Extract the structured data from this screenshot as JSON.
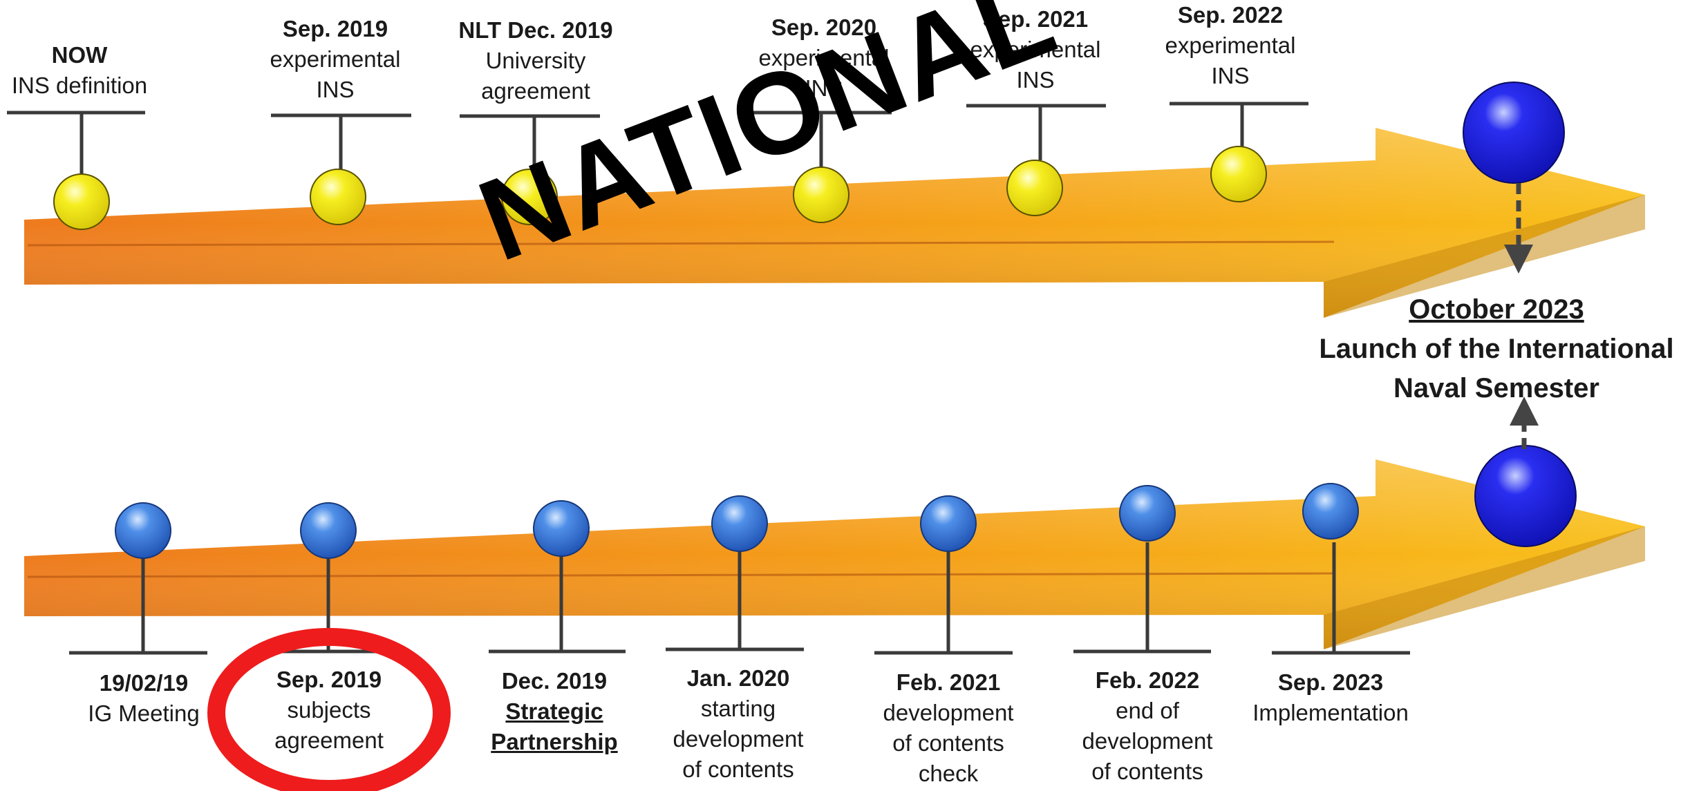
{
  "watermark": "NATIONAL",
  "launch": {
    "date": "October 2023",
    "line1": "Launch of the International",
    "line2": "Naval Semester"
  },
  "national_timeline": [
    {
      "date": "NOW",
      "line1": "INS definition",
      "line2": ""
    },
    {
      "date": "Sep. 2019",
      "line1": "experimental",
      "line2": "INS"
    },
    {
      "date": "NLT Dec. 2019",
      "line1": "University",
      "line2": "agreement"
    },
    {
      "date": "Sep. 2020",
      "line1": "experimental",
      "line2": "INS"
    },
    {
      "date": "Sep. 2021",
      "line1": "experimental",
      "line2": "INS"
    },
    {
      "date": "Sep. 2022",
      "line1": "experimental",
      "line2": "INS"
    }
  ],
  "international_timeline": [
    {
      "date": "19/02/19",
      "line1": "IG Meeting",
      "line2": "",
      "line3": ""
    },
    {
      "date": "Sep. 2019",
      "line1": "subjects",
      "line2": "agreement",
      "line3": "",
      "highlighted": true
    },
    {
      "date": "Dec. 2019",
      "line1": "Strategic",
      "line2": "Partnership",
      "line3": ""
    },
    {
      "date": "Jan. 2020",
      "line1": "starting",
      "line2": "development",
      "line3": "of contents"
    },
    {
      "date": "Feb. 2021",
      "line1": "development",
      "line2": "of contents",
      "line3": "check"
    },
    {
      "date": "Feb. 2022",
      "line1": "end of",
      "line2": "development",
      "line3": "of contents"
    },
    {
      "date": "Sep. 2023",
      "line1": "Implementation",
      "line2": "",
      "line3": ""
    }
  ],
  "colors": {
    "arrow_orange": "#f07e1b",
    "arrow_yellow": "#f9b616",
    "national_marker": "#f3ea12",
    "international_marker": "#2f6fd6",
    "launch_marker": "#1a1ad6",
    "highlight_ring": "#ee1c1c"
  }
}
